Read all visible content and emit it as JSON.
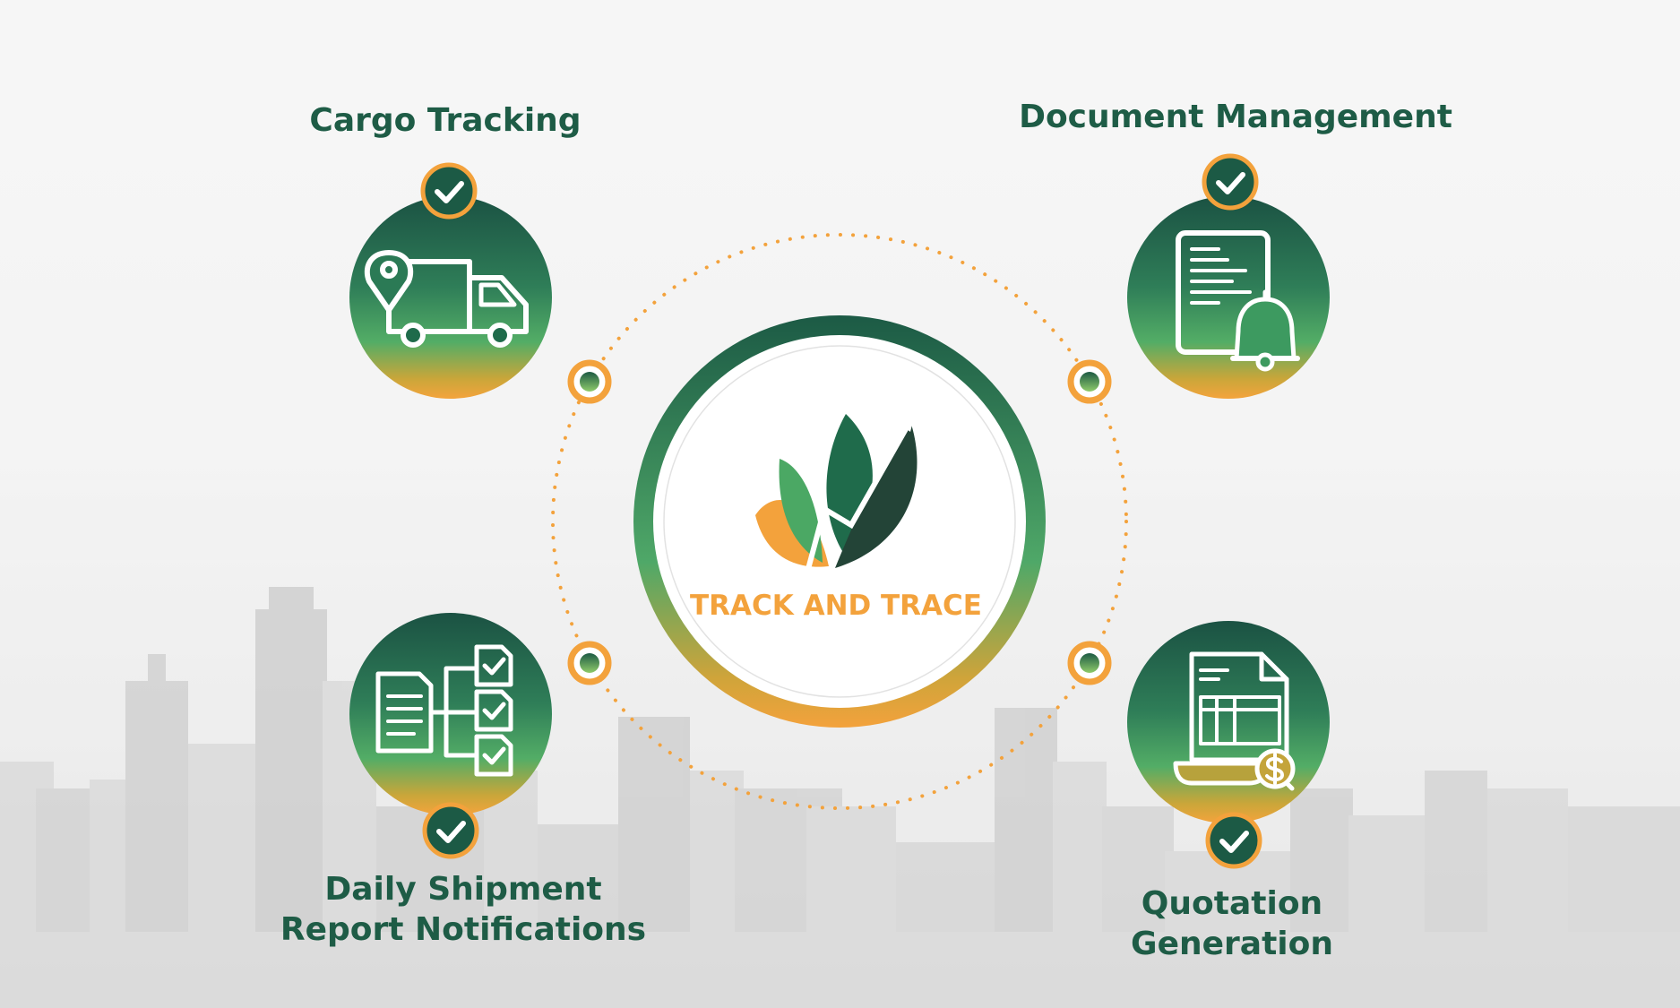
{
  "colors": {
    "dark_green": "#1d5a44",
    "mid_green": "#4fa868",
    "orange": "#f3a23c",
    "text_green": "#1e5c46"
  },
  "logo": {
    "text": "TRACK AND TRACE",
    "icon": "leaf-growth-arrow-logo"
  },
  "features": [
    {
      "key": "cargo",
      "title": "Cargo Tracking",
      "icon": "delivery-truck-location-icon"
    },
    {
      "key": "document",
      "title": "Document Management",
      "icon": "document-bell-icon"
    },
    {
      "key": "daily",
      "title": "Daily Shipment\nReport Notifications",
      "icon": "report-checklist-icon"
    },
    {
      "key": "quotation",
      "title": "Quotation\nGeneration",
      "icon": "invoice-dollar-icon"
    }
  ]
}
